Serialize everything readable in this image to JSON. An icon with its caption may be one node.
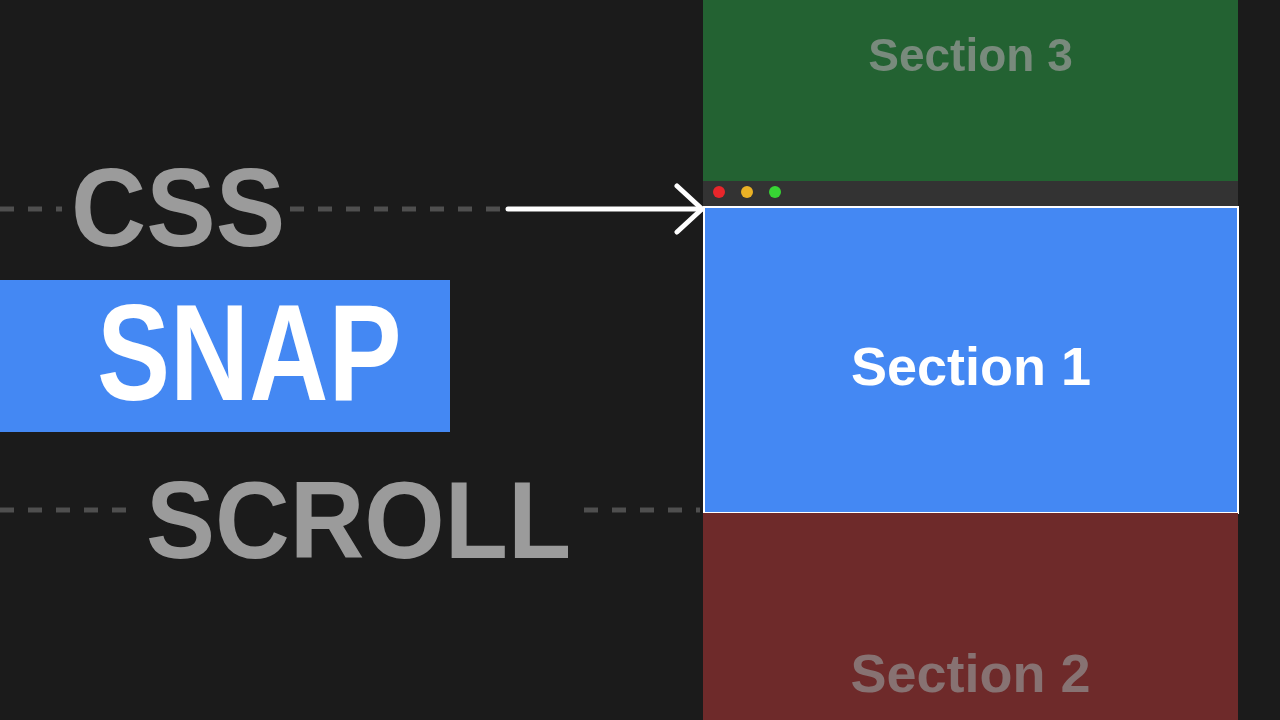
{
  "diagram": {
    "nodes": [
      {
        "text": [
          "SNAP"
        ]
      },
      {
        "text": [
          "Section 3"
        ]
      },
      {
        "text": [
          "Section 1"
        ]
      },
      {
        "text": [
          "Section 2"
        ]
      }
    ],
    "edges": [
      {
        "from": null,
        "to": 2,
        "arrow": "to"
      }
    ],
    "labels": [
      "CSS",
      "SCROLL"
    ]
  }
}
